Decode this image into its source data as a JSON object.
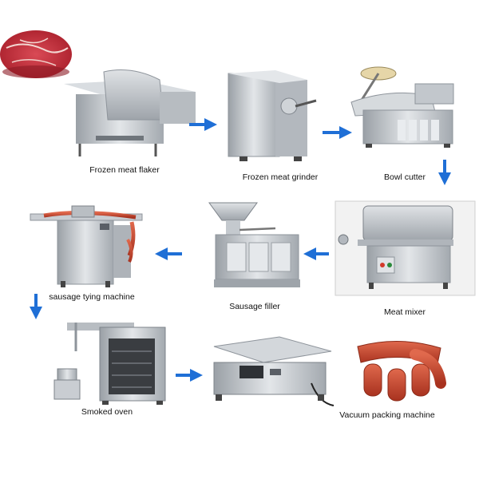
{
  "labels": {
    "frozen_meat_flaker": "Frozen meat flaker",
    "frozen_meat_grinder": "Frozen meat grinder",
    "bowl_cutter": "Bowl cutter",
    "sausage_tying_machine": "sausage tying machine",
    "sausage_filler": "Sausage filler",
    "meat_mixer": "Meat mixer",
    "smoked_oven": "Smoked oven",
    "vacuum_packing_machine": "Vacuum packing machine"
  },
  "colors": {
    "arrow": "#1f6fd6",
    "steel": "#c9cdd2",
    "steel_dark": "#8e949b",
    "meat_red": "#b8252f",
    "sausage": "#c8442c"
  }
}
